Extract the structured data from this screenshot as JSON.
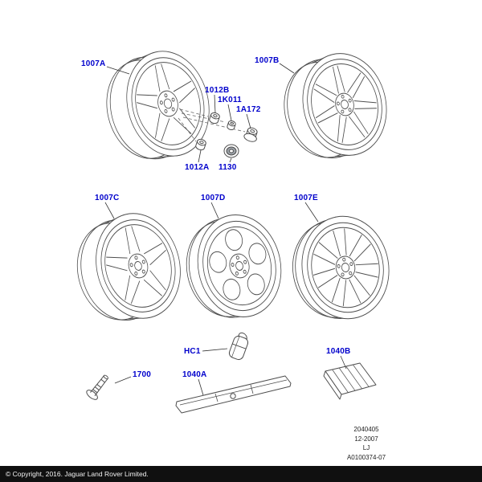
{
  "accent_color": "#0000cc",
  "callouts": {
    "wheel_a": "1007A",
    "wheel_b": "1007B",
    "wheel_c": "1007C",
    "wheel_d": "1007D",
    "wheel_e": "1007E",
    "nut_upper": "1012B",
    "cap_nut": "1K011",
    "nut_chrome": "1A172",
    "nut_lower": "1012A",
    "center_cap": "1130",
    "valve": "1700",
    "clip_weight": "HC1",
    "strip_weight": "1040A",
    "adhesive_weight": "1040B"
  },
  "footnote": {
    "lines": [
      "2040405",
      "12-2007",
      "LJ",
      "A0100374-07"
    ]
  },
  "copyright": "© Copyright, 2016. Jaguar Land Rover Limited."
}
